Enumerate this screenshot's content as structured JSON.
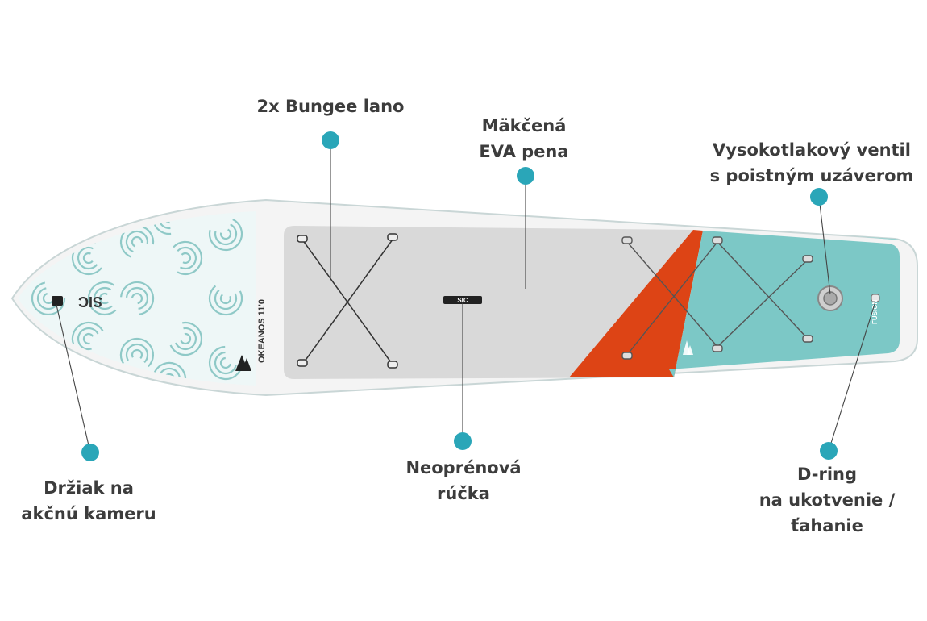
{
  "colors": {
    "teal": "#7cc8c6",
    "teal_dark": "#5fb3b1",
    "pattern": "#8fc9c7",
    "dot": "#2aa6b8",
    "orange": "#dd4415",
    "deck": "#d9d9d9",
    "text": "#3c3c3c"
  },
  "board": {
    "brand": "SIC",
    "model": "OKEANOS 11'0",
    "tail_mark": "FUSION"
  },
  "callouts": [
    {
      "id": "bungee",
      "lines": [
        "2x Bungee lano"
      ]
    },
    {
      "id": "eva",
      "lines": [
        "Mäkčená",
        "EVA pena"
      ]
    },
    {
      "id": "valve",
      "lines": [
        "Vysokotlakový ventil",
        "s poistným uzáverom"
      ]
    },
    {
      "id": "camera",
      "lines": [
        "Držiak na",
        "akčnú kameru"
      ]
    },
    {
      "id": "handle",
      "lines": [
        "Neoprénová",
        "rúčka"
      ]
    },
    {
      "id": "dring",
      "lines": [
        "D-ring",
        "na ukotvenie /",
        "ťahanie"
      ]
    }
  ]
}
